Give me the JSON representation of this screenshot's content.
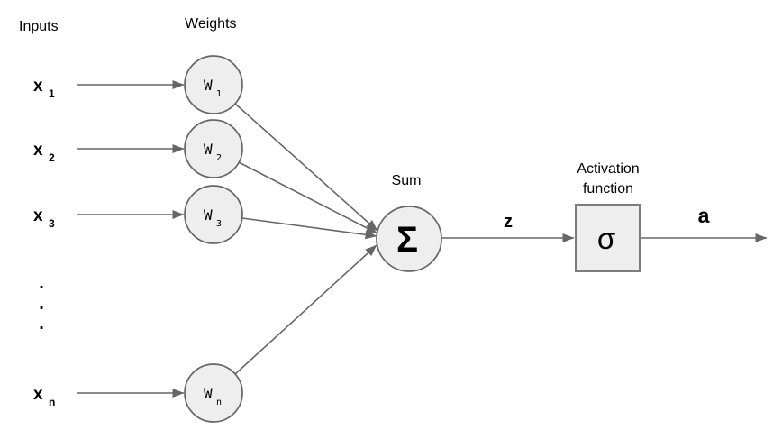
{
  "labels": {
    "inputs_title": "Inputs",
    "weights_title": "Weights",
    "sum_title": "Sum",
    "activation_title_line1": "Activation",
    "activation_title_line2": "function",
    "sum_symbol": "Σ",
    "activation_symbol": "σ",
    "z": "z",
    "a": "a"
  },
  "inputs": [
    {
      "base": "x",
      "sub": "1"
    },
    {
      "base": "x",
      "sub": "2"
    },
    {
      "base": "x",
      "sub": "3"
    },
    {
      "base": "x",
      "sub": "n"
    }
  ],
  "weights": [
    {
      "base": "W",
      "sub": "1"
    },
    {
      "base": "W",
      "sub": "2"
    },
    {
      "base": "W",
      "sub": "3"
    },
    {
      "base": "W",
      "sub": "n"
    }
  ],
  "ellipsis": [
    ".",
    ".",
    "."
  ],
  "colors": {
    "node_fill": "#eeeeee",
    "node_stroke": "#666666",
    "edge": "#666666",
    "text": "#000000",
    "background": "#ffffff"
  }
}
